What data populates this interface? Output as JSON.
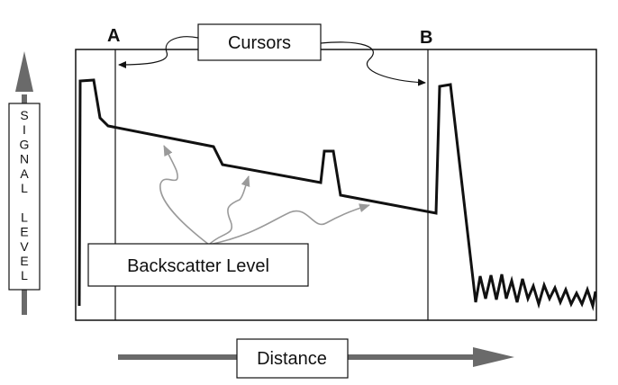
{
  "cursors_label": "Cursors",
  "cursor_a": "A",
  "cursor_b": "B",
  "backscatter_label": "Backscatter Level",
  "distance_label": "Distance",
  "signal_level_label": [
    "S",
    "I",
    "G",
    "N",
    "A",
    "L",
    "",
    "L",
    "E",
    "V",
    "E",
    "L"
  ],
  "colors": {
    "trace": "#111111",
    "annotation_arrow": "#888888",
    "axis_arrow": "#6a6a6a",
    "frame": "#111111",
    "label_box_fill": "#ffffff"
  }
}
